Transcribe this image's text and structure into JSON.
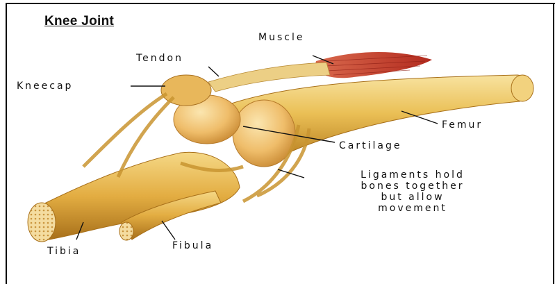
{
  "title": "Knee Joint",
  "labels": {
    "muscle": "Muscle",
    "tendon": "Tendon",
    "kneecap": "Kneecap",
    "femur": "Femur",
    "cartilage": "Cartilage",
    "ligaments": [
      "Ligaments hold",
      "bones together",
      "but allow",
      "movement"
    ],
    "tibia": "Tibia",
    "fibula": "Fibula"
  },
  "colors": {
    "bone": "#e8b548",
    "bone_light": "#f6dc8e",
    "bone_dark": "#b97e1c",
    "muscle": "#c6402e",
    "ligament": "#d8a43a",
    "border": "#000000"
  }
}
